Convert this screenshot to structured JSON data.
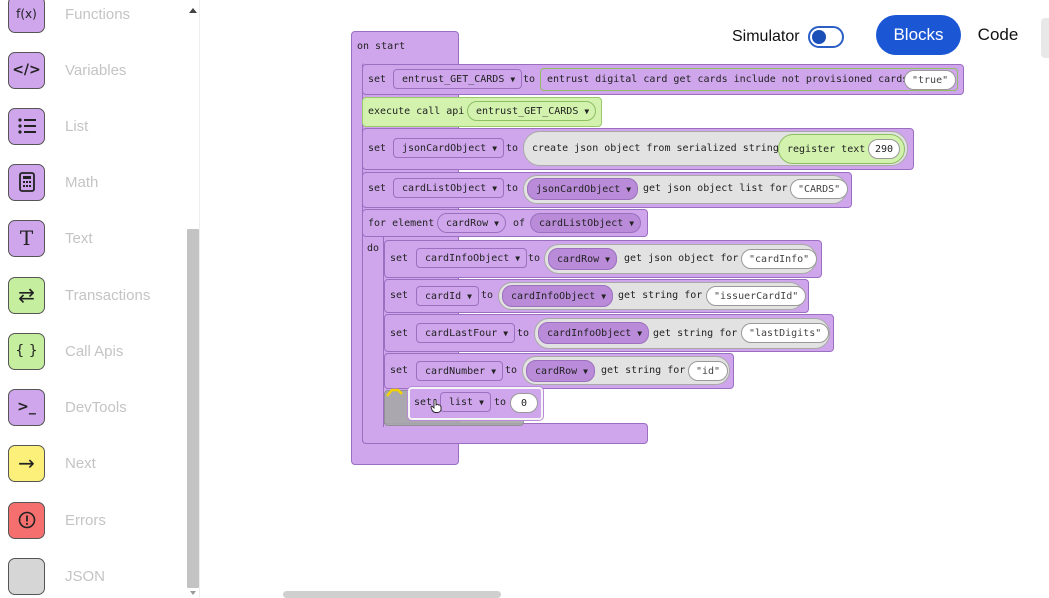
{
  "sidebar": {
    "items": [
      {
        "label": "Functions",
        "icon": "function-icon",
        "color": "#cfa6ec",
        "glyph": "f(x)"
      },
      {
        "label": "Variables",
        "icon": "code-icon",
        "color": "#cfa6ec",
        "glyph": "</>"
      },
      {
        "label": "List",
        "icon": "list-icon",
        "color": "#cfa6ec",
        "glyph": ""
      },
      {
        "label": "Math",
        "icon": "calculator-icon",
        "color": "#cfa6ec",
        "glyph": ""
      },
      {
        "label": "Text",
        "icon": "text-icon",
        "color": "#cfa6ec",
        "glyph": "T"
      },
      {
        "label": "Transactions",
        "icon": "swap-icon",
        "color": "#c5ef9f",
        "glyph": "⇄"
      },
      {
        "label": "Call Apis",
        "icon": "braces-icon",
        "color": "#c5ef9f",
        "glyph": "{ }"
      },
      {
        "label": "DevTools",
        "icon": "terminal-icon",
        "color": "#cfa6ec",
        "glyph": ">_"
      },
      {
        "label": "Next",
        "icon": "arrow-right-icon",
        "color": "#fdf07a",
        "glyph": "→"
      },
      {
        "label": "Errors",
        "icon": "error-icon",
        "color": "#f56f6f",
        "glyph": "!"
      },
      {
        "label": "JSON",
        "icon": "json-icon",
        "color": "#d6d6d6",
        "glyph": ""
      }
    ]
  },
  "header": {
    "simulator_label": "Simulator",
    "tabs": {
      "blocks": "Blocks",
      "code": "Code"
    },
    "accent": "#1b57d4"
  },
  "blocks": {
    "on_start": "on start",
    "set": "set",
    "to": "to",
    "do": "do",
    "of": "of",
    "for_element": "for element",
    "execute_call_api": "execute call api",
    "var_entrust_get_cards": "entrust_GET_CARDS",
    "entrust_call": "entrust digital card get cards include not provisioned cards",
    "str_true": "\"true\"",
    "var_json_card_object": "jsonCardObject",
    "create_json": "create json object from serialized string",
    "register_text": "register text",
    "register_num": "290",
    "var_card_list_object": "cardListObject",
    "get_json_list_for": "get json object list for",
    "str_cards": "\"CARDS\"",
    "var_card_row": "cardRow",
    "var_card_info_object": "cardInfoObject",
    "get_json_object_for": "get json object for",
    "str_card_info": "\"cardInfo\"",
    "var_card_id": "cardId",
    "get_string_for": "get string for",
    "str_issuer_card_id": "\"issuerCardId\"",
    "var_card_last_four": "cardLastFour",
    "str_last_digits": "\"lastDigits\"",
    "var_card_number": "cardNumber",
    "str_id": "\"id\"",
    "var_list": "list",
    "num_zero": "0"
  }
}
